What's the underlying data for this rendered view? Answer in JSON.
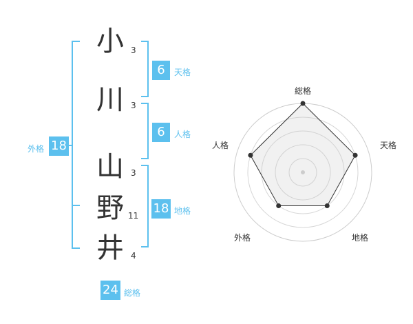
{
  "name_chars": [
    {
      "char": "小",
      "strokes": "3"
    },
    {
      "char": "川",
      "strokes": "3"
    },
    {
      "char": "山",
      "strokes": "3"
    },
    {
      "char": "野",
      "strokes": "11"
    },
    {
      "char": "井",
      "strokes": "4"
    }
  ],
  "fortunes": {
    "tenkaku": {
      "value": "6",
      "label": "天格"
    },
    "jinkaku": {
      "value": "6",
      "label": "人格"
    },
    "chikaku": {
      "value": "18",
      "label": "地格"
    },
    "gaikaku": {
      "value": "18",
      "label": "外格"
    },
    "soukaku": {
      "value": "24",
      "label": "総格"
    }
  },
  "radar": {
    "axes": [
      "総格",
      "天格",
      "地格",
      "外格",
      "人格"
    ],
    "levels": [
      5,
      4,
      3,
      3,
      4
    ],
    "max_level": 5
  },
  "colors": {
    "accent": "#5cc0ee",
    "text": "#333333",
    "grid": "#cccccc"
  }
}
